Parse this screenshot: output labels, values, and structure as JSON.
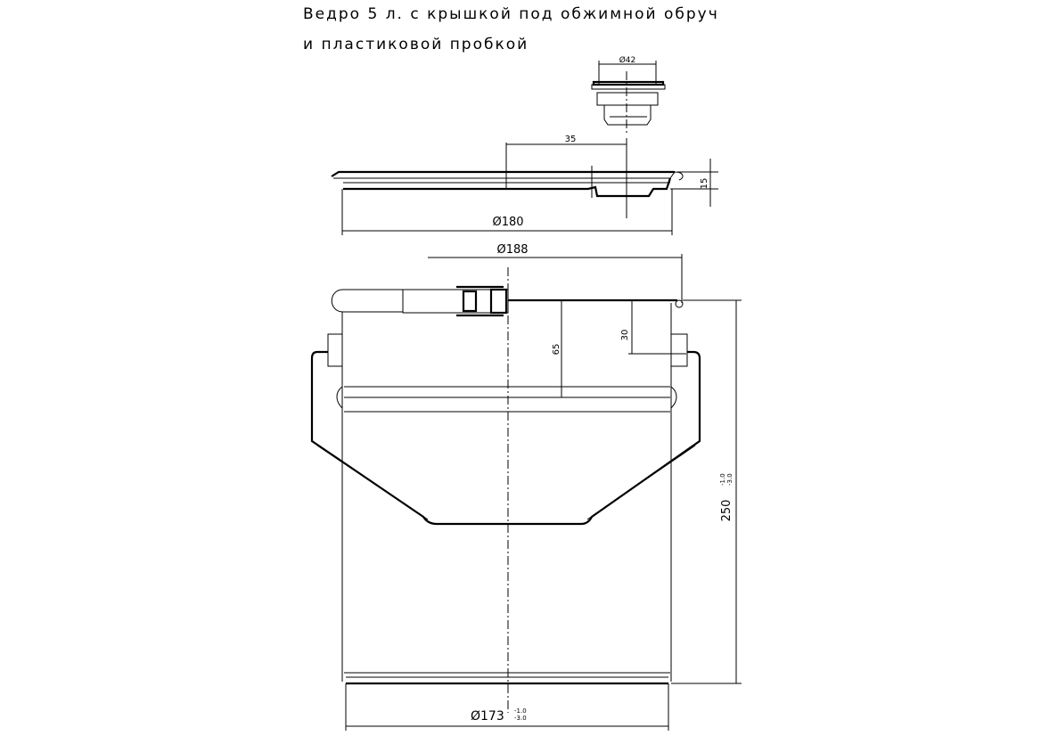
{
  "title": {
    "line1": "Ведро 5 л. с крышкой под обжимной обруч",
    "line2": "и пластиковой пробкой"
  },
  "dimensions": {
    "cap_diameter": "Ø42",
    "lid_offset": "35",
    "lid_height": "15",
    "lid_diameter": "Ø180",
    "bucket_top_diameter": "Ø188",
    "bead_depth": "65",
    "ear_depth": "30",
    "height": "250",
    "height_tol_upper": "-1.0",
    "height_tol_lower": "-3.0",
    "bottom_diameter": "Ø173",
    "bottom_tol_upper": "-1.0",
    "bottom_tol_lower": "-3.0"
  }
}
